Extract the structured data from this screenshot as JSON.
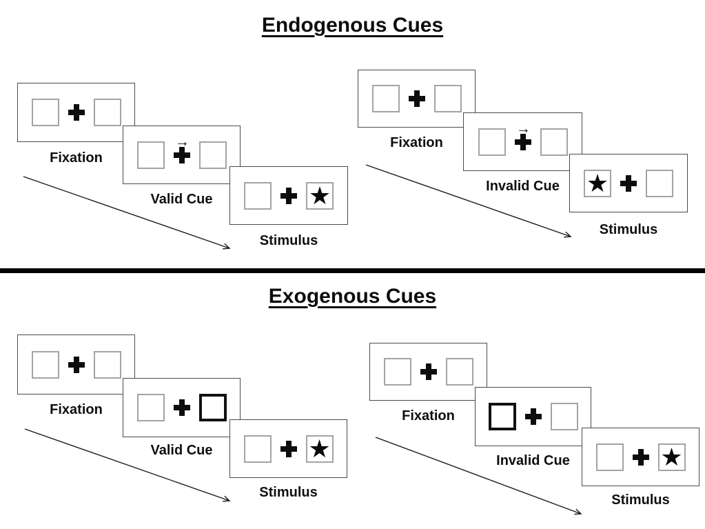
{
  "glyphs": {
    "star": "★",
    "cue_arrow": "→"
  },
  "colors": {
    "ink": "#111111",
    "panel_border": "#4a4a4a",
    "box_border": "#a3a3a3",
    "highlight_border": "#111111",
    "divider": "#000000",
    "background": "#ffffff"
  },
  "sections": [
    {
      "title": "Endogenous Cues",
      "sequences": [
        {
          "name": "valid",
          "panels": [
            {
              "label": "Fixation",
              "left_box": "empty",
              "right_box": "empty",
              "cue_arrow": false
            },
            {
              "label": "Valid Cue",
              "left_box": "empty",
              "right_box": "empty",
              "cue_arrow": true
            },
            {
              "label": "Stimulus",
              "left_box": "empty",
              "right_box": "star",
              "cue_arrow": false
            }
          ]
        },
        {
          "name": "invalid",
          "panels": [
            {
              "label": "Fixation",
              "left_box": "empty",
              "right_box": "empty",
              "cue_arrow": false
            },
            {
              "label": "Invalid Cue",
              "left_box": "empty",
              "right_box": "empty",
              "cue_arrow": true
            },
            {
              "label": "Stimulus",
              "left_box": "star",
              "right_box": "empty",
              "cue_arrow": false
            }
          ]
        }
      ]
    },
    {
      "title": "Exogenous Cues",
      "sequences": [
        {
          "name": "valid",
          "panels": [
            {
              "label": "Fixation",
              "left_box": "empty",
              "right_box": "empty",
              "cue_arrow": false
            },
            {
              "label": "Valid Cue",
              "left_box": "empty",
              "right_box": "highlight",
              "cue_arrow": false
            },
            {
              "label": "Stimulus",
              "left_box": "empty",
              "right_box": "star",
              "cue_arrow": false
            }
          ]
        },
        {
          "name": "invalid",
          "panels": [
            {
              "label": "Fixation",
              "left_box": "empty",
              "right_box": "empty",
              "cue_arrow": false
            },
            {
              "label": "Invalid Cue",
              "left_box": "highlight",
              "right_box": "empty",
              "cue_arrow": false
            },
            {
              "label": "Stimulus",
              "left_box": "empty",
              "right_box": "star",
              "cue_arrow": false
            }
          ]
        }
      ]
    }
  ]
}
